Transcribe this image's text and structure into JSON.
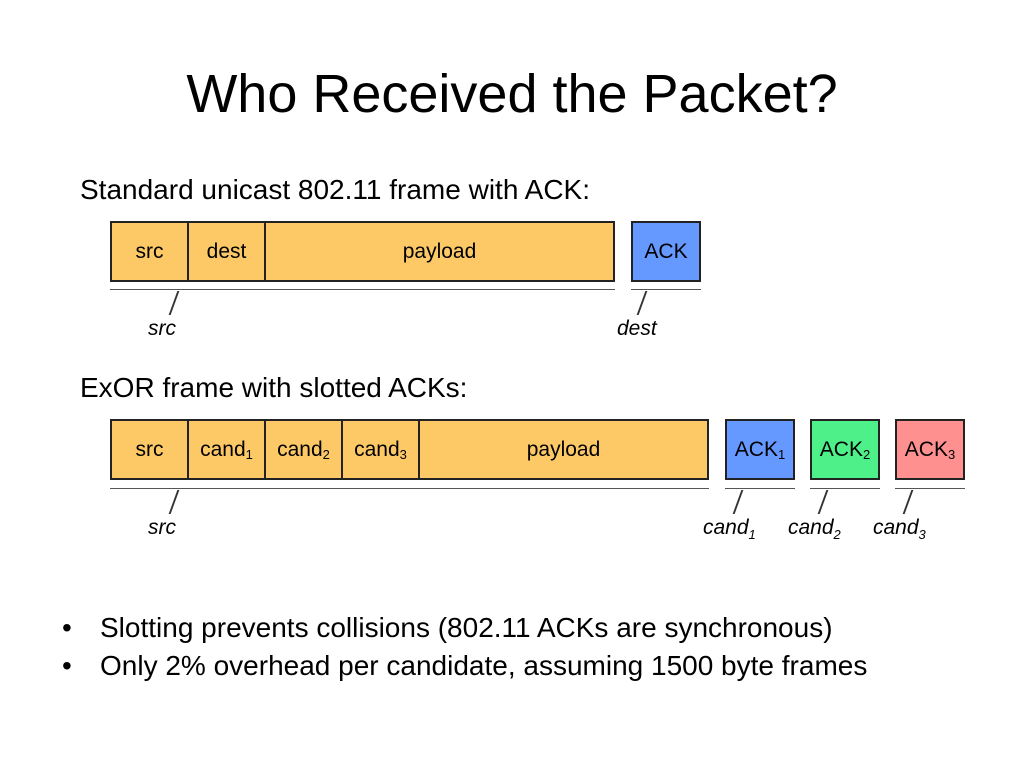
{
  "title": "Who Received the Packet?",
  "colors": {
    "field": "#fdc967",
    "ack1": "#6699ff",
    "ack2": "#4ef089",
    "ack3": "#ff9090",
    "border": "#222222"
  },
  "standard": {
    "label": "Standard unicast 802.11 frame with ACK:",
    "fields": {
      "src": "src",
      "dest": "dest",
      "payload": "payload",
      "ack": "ACK"
    },
    "annotations": {
      "src": "src",
      "dest": "dest"
    }
  },
  "exor": {
    "label": "ExOR frame with slotted ACKs:",
    "fields": {
      "src": "src",
      "cand1": "cand",
      "cand1_sub": "1",
      "cand2": "cand",
      "cand2_sub": "2",
      "cand3": "cand",
      "cand3_sub": "3",
      "payload": "payload",
      "ack1": "ACK",
      "ack1_sub": "1",
      "ack2": "ACK",
      "ack2_sub": "2",
      "ack3": "ACK",
      "ack3_sub": "3"
    },
    "annotations": {
      "src": "src",
      "cand1": "cand",
      "cand1_sub": "1",
      "cand2": "cand",
      "cand2_sub": "2",
      "cand3": "cand",
      "cand3_sub": "3"
    }
  },
  "bullets": [
    "Slotting prevents collisions (802.11 ACKs are synchronous)",
    "Only 2% overhead per candidate, assuming 1500 byte frames"
  ]
}
